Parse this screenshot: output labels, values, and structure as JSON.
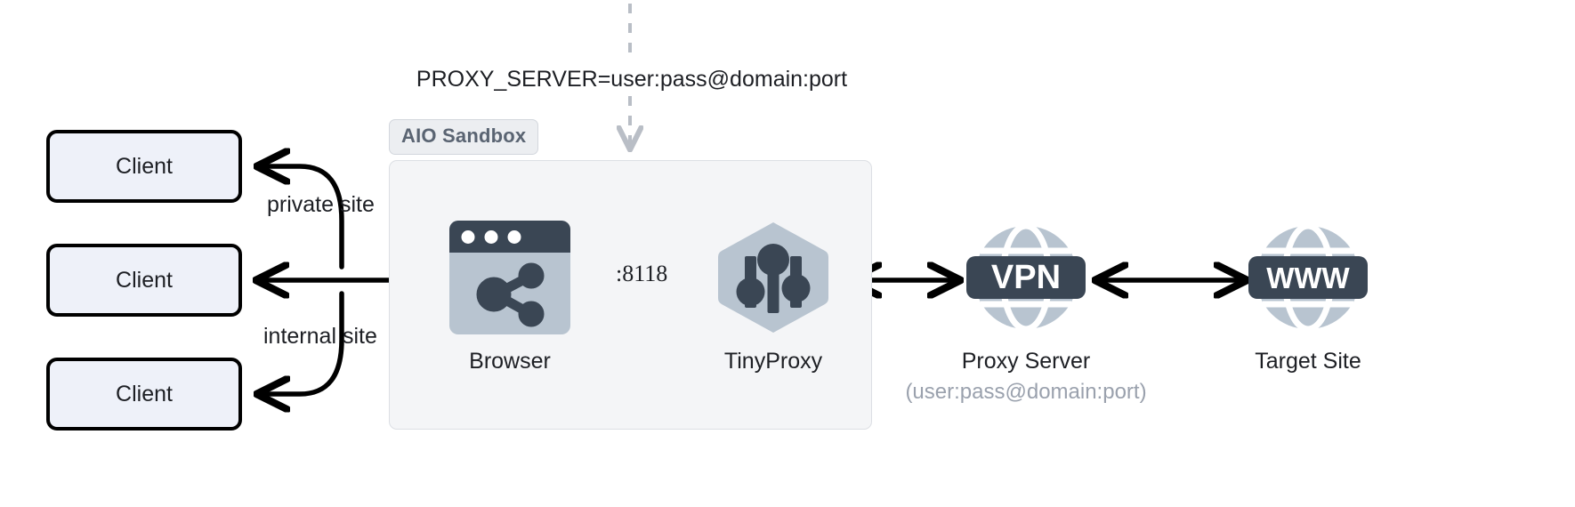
{
  "diagram": {
    "title": "AIO Sandbox proxy routing diagram",
    "env_var": "PROXY_SERVER=user:pass@domain:port",
    "sandbox_badge": "AIO Sandbox",
    "port_label": ":8118",
    "clients": [
      {
        "label": "Client"
      },
      {
        "label": "Client"
      },
      {
        "label": "Client"
      }
    ],
    "edge_labels": {
      "private": "private site",
      "internal": "internal site"
    },
    "nodes": {
      "browser": {
        "caption": "Browser",
        "icon": "browser-share-icon"
      },
      "tinyproxy": {
        "caption": "TinyProxy",
        "icon": "hexagon-sliders-icon"
      },
      "proxy_server": {
        "caption": "Proxy Server",
        "subcaption": "(user:pass@domain:port)",
        "icon": "globe-vpn-icon",
        "badge_text": "VPN"
      },
      "target_site": {
        "caption": "Target Site",
        "icon": "globe-www-icon",
        "badge_text": "WWW"
      }
    },
    "colors": {
      "background": "#ffffff",
      "client_fill": "#eef1f9",
      "client_stroke": "#000000",
      "panel_fill": "#f4f5f7",
      "panel_stroke": "#dcdfe4",
      "badge_fill": "#eceef1",
      "badge_text": "#5a6472",
      "icon_dark": "#3a4654",
      "icon_light": "#b8c4d0",
      "arrow_dark": "#000000",
      "arrow_muted": "#b9bec6",
      "text_primary": "#1d1f24",
      "text_muted": "#9aa1ad"
    }
  }
}
